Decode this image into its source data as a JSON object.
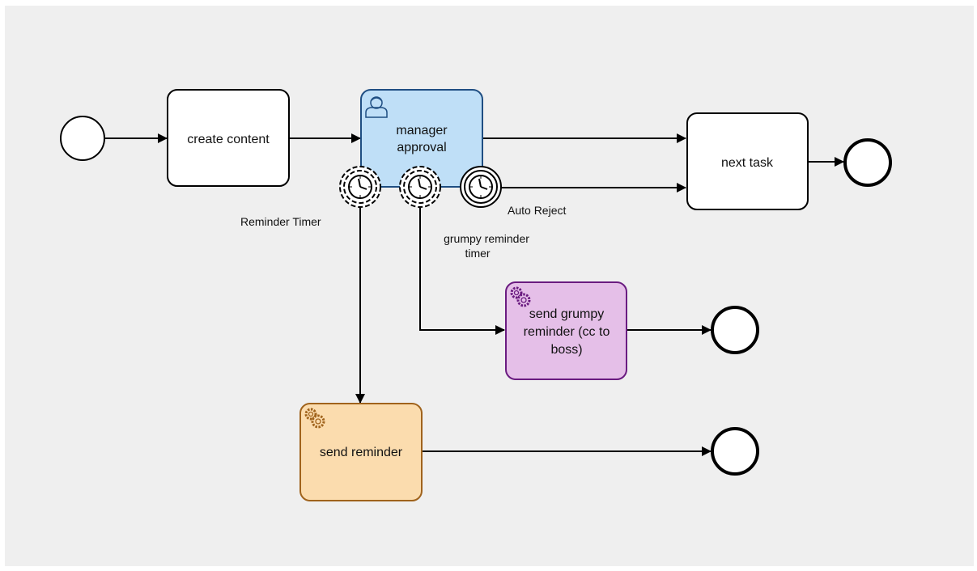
{
  "diagram": {
    "tasks": {
      "create_content": {
        "lines": [
          "create content"
        ],
        "type": "task"
      },
      "manager_approval": {
        "lines": [
          "manager",
          "approval"
        ],
        "type": "user-task",
        "fill": "#bfdff7",
        "stroke": "#1f4e82"
      },
      "next_task": {
        "lines": [
          "next task"
        ],
        "type": "task"
      },
      "send_grumpy_reminder": {
        "lines": [
          "send grumpy",
          "reminder (cc to",
          "boss)"
        ],
        "type": "service-task",
        "fill": "#e5bfe8",
        "stroke": "#6a1b80"
      },
      "send_reminder": {
        "lines": [
          "send reminder"
        ],
        "type": "service-task",
        "fill": "#fbdcae",
        "stroke": "#a0631c"
      }
    },
    "events": {
      "reminder_timer": {
        "label": "Reminder Timer",
        "type": "non-interrupting-timer"
      },
      "grumpy_reminder_timer": {
        "lines": [
          "grumpy reminder",
          "timer"
        ],
        "type": "non-interrupting-timer"
      },
      "auto_reject": {
        "label": "Auto Reject",
        "type": "interrupting-timer"
      }
    },
    "colors": {
      "canvas": "#efefef",
      "stroke": "#000000"
    }
  }
}
